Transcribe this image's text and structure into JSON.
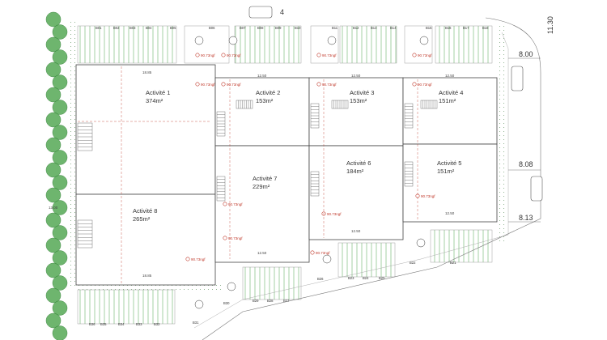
{
  "units": [
    {
      "id": "u1",
      "label": "Activité 1",
      "area": "374m²"
    },
    {
      "id": "u2",
      "label": "Activité 2",
      "area": "153m²"
    },
    {
      "id": "u3",
      "label": "Activité 3",
      "area": "153m²"
    },
    {
      "id": "u4",
      "label": "Activité 4",
      "area": "151m²"
    },
    {
      "id": "u5",
      "label": "Activité 5",
      "area": "151m²"
    },
    {
      "id": "u6",
      "label": "Activité 6",
      "area": "184m²"
    },
    {
      "id": "u7",
      "label": "Activité 7",
      "area": "229m²"
    },
    {
      "id": "u8",
      "label": "Activité 8",
      "area": "265m²"
    }
  ],
  "dimensions": {
    "road": [
      "8.00",
      "8.08",
      "8.13"
    ],
    "top_right": "11.30",
    "bldg": [
      "18.85",
      "12.50",
      "12.50",
      "12.50",
      "12.50",
      "12.50",
      "12.50",
      "18.85"
    ]
  },
  "parking_top": [
    "B01",
    "B02",
    "B03",
    "B04",
    "B05",
    "B06",
    "B07",
    "B08",
    "B09",
    "B10",
    "B11",
    "B12",
    "B13",
    "B14",
    "B15",
    "B16",
    "B17",
    "B18"
  ],
  "parking_bottom": [
    "B21",
    "B22",
    "B23",
    "B24",
    "B25",
    "B26",
    "B27",
    "B28",
    "B29",
    "B30",
    "B31",
    "B32",
    "B33",
    "B34",
    "B35",
    "B36"
  ],
  "level_label": "90.73ngf",
  "top_mark": "4",
  "left_mark": "13.00"
}
